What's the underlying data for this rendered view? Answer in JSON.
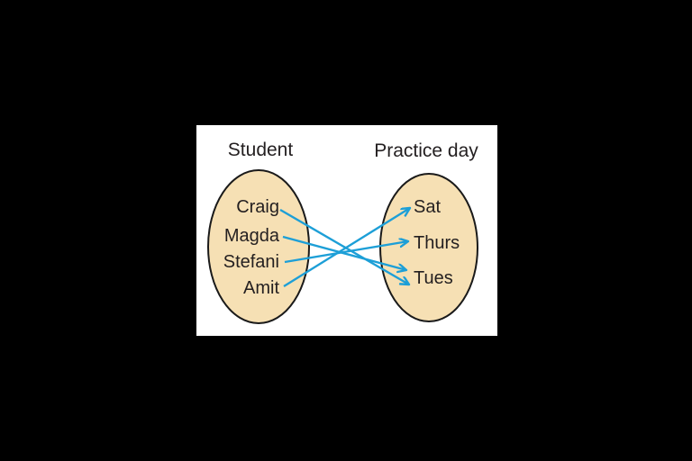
{
  "panel": {
    "left_set": {
      "title": "Student",
      "members": [
        "Craig",
        "Magda",
        "Stefani",
        "Amit"
      ]
    },
    "right_set": {
      "title": "Practice day",
      "members": [
        "Sat",
        "Thurs",
        "Tues"
      ]
    },
    "mapping": [
      {
        "from": "Craig",
        "to": "Tues"
      },
      {
        "from": "Magda",
        "to": "Tues"
      },
      {
        "from": "Stefani",
        "to": "Thurs"
      },
      {
        "from": "Amit",
        "to": "Sat"
      }
    ],
    "colors": {
      "background": "#000000",
      "panel": "#ffffff",
      "ellipse_fill": "#f6e0b4",
      "ellipse_stroke": "#1a1a1a",
      "arrow": "#1d9fd7",
      "text": "#231f20"
    }
  }
}
